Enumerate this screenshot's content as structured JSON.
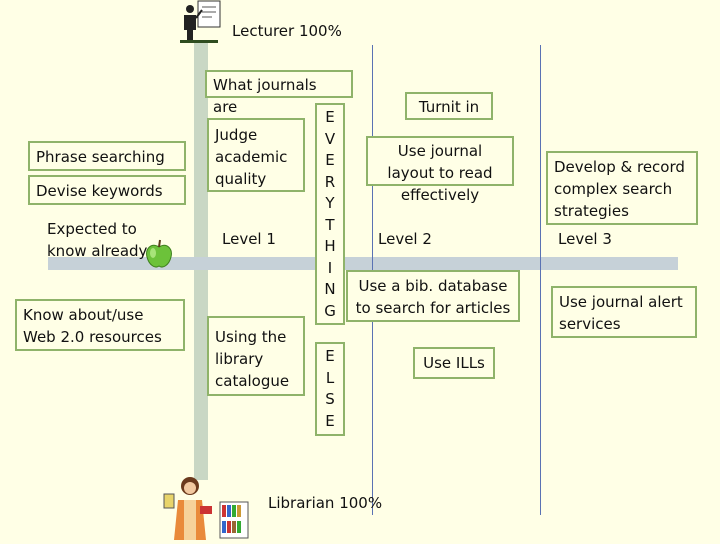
{
  "header": {
    "lecturer_label": "Lecturer 100%"
  },
  "footer": {
    "librarian_label": "Librarian 100%"
  },
  "top_labels": {
    "what_journals": "What journals are",
    "turnit": "Turnit in"
  },
  "column1": {
    "phrase_searching": "Phrase searching",
    "devise_keywords": "Devise keywords",
    "expected_to_know": "Expected to know already",
    "web20": "Know about/use Web 2.0 resources"
  },
  "column2": {
    "judge_quality": "Judge academic quality",
    "level1": "Level 1",
    "library_catalogue": "Using the library catalogue"
  },
  "vertical_words": {
    "everything": [
      "E",
      "V",
      "E",
      "R",
      "Y",
      "T",
      "H",
      "I",
      "N",
      "G"
    ],
    "else": [
      "E",
      "L",
      "S",
      "E"
    ]
  },
  "column3": {
    "journal_layout": "Use journal layout to read effectively",
    "level2": "Level 2",
    "bib_database": "Use a bib. database to search for articles",
    "use_ills": "Use ILLs"
  },
  "column4": {
    "develop_record": "Develop & record complex search strategies",
    "level3": "Level 3",
    "journal_alert": "Use journal alert services"
  },
  "icons": {
    "lecturer": "lecturer-presenting-icon",
    "apple": "green-apple-icon",
    "librarian": "librarian-with-books-icon"
  },
  "colors": {
    "background": "#ffffe6",
    "box_border": "#8fb36a",
    "axis": "#c9d7c4",
    "divider": "#5a72b3"
  }
}
